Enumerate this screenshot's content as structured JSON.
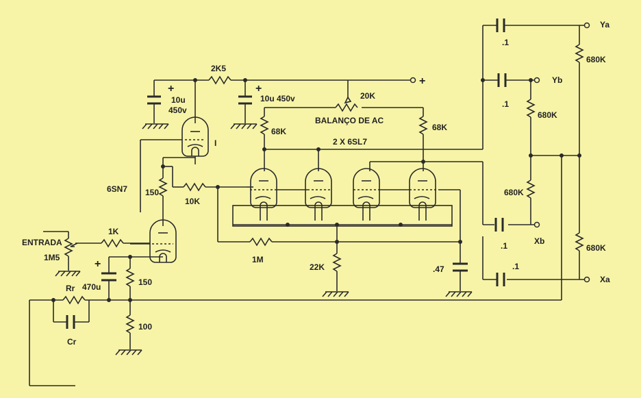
{
  "labels": {
    "r2k5": "2K5",
    "plus_supply": "+",
    "c10u_1a": "10u",
    "c10u_1b": "450v",
    "c10u_2": "10u 450v",
    "r20k": "20K",
    "balanco": "BALANÇO DE AC",
    "r68k_a": "68K",
    "r68k_b": "68K",
    "tubes": "2 X  6SL7",
    "tube_mark": "I",
    "t6sn7": "6SN7",
    "r150_a": "150",
    "r10k": "10K",
    "r1k": "1K",
    "entrada": "ENTRADA",
    "pot1m5": "1M5",
    "c470u": "470u",
    "r150_b": "150",
    "rr": "Rr",
    "cr": "Cr",
    "r100": "100",
    "r1m": "1M",
    "r22k": "22K",
    "c47": ".47",
    "ya": "Ya",
    "yb": "Yb",
    "xb": "Xb",
    "xa": "Xa",
    "r680k_1": "680K",
    "r680k_2": "680K",
    "r680k_3": "680K",
    "r680k_4": "680K",
    "c1_a": ".1",
    "c1_b": ".1",
    "c1_c": ".1",
    "c1_d": ".1"
  }
}
